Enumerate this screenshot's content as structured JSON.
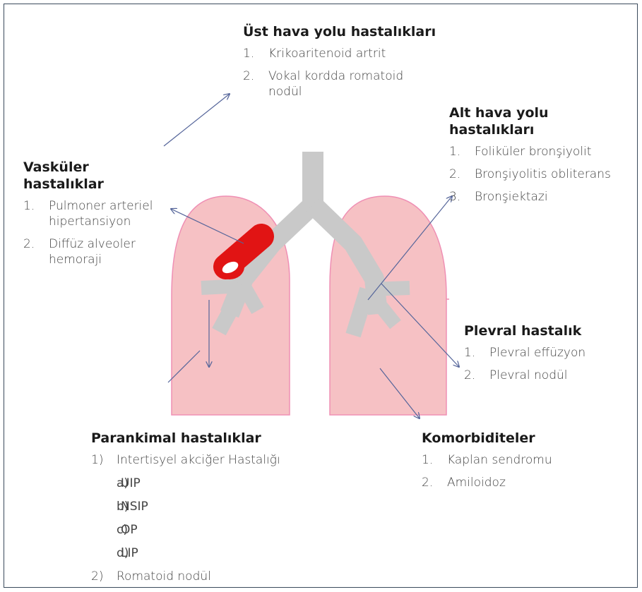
{
  "colors": {
    "lung": "#f6c1c4",
    "lung_stroke": "#ef8fb4",
    "trachea": "#c9c9c9",
    "vessel": "#e11414",
    "arrow": "#55659a",
    "frame": "#3a4a5c"
  },
  "ust": {
    "title": "Üst hava yolu hastalıkları",
    "items": [
      {
        "num": "1.",
        "text": "Krikoaritenoid artrit"
      },
      {
        "num": "2.",
        "text": "Vokal kordda romatoid nodül"
      }
    ]
  },
  "alt": {
    "title": "Alt hava yolu hastalıkları",
    "items": [
      {
        "num": "1.",
        "text": "Foliküler bronşiyolit"
      },
      {
        "num": "2.",
        "text": "Bronşiyolitis obliterans"
      },
      {
        "num": "3.",
        "text": "Bronşiektazi"
      }
    ]
  },
  "vaskuler": {
    "title": "Vasküler hastalıklar",
    "items": [
      {
        "num": "1.",
        "text": "Pulmoner arteriel hipertansiyon"
      },
      {
        "num": "2.",
        "text": "Diffüz alveoler hemoraji"
      }
    ]
  },
  "plevral": {
    "title": "Plevral hastalık",
    "items": [
      {
        "num": "1.",
        "text": "Plevral effüzyon"
      },
      {
        "num": "2.",
        "text": "Plevral nodül"
      }
    ]
  },
  "parankimal": {
    "title": "Parankimal hastalıklar",
    "item1": {
      "num": "1)",
      "text": "Intertisyel akciğer Hastalığı"
    },
    "subs": [
      {
        "num": "a)",
        "text": "UIP"
      },
      {
        "num": "b)",
        "text": "NSIP"
      },
      {
        "num": "c)",
        "text": "OP"
      },
      {
        "num": "d)",
        "text": "LIP"
      }
    ],
    "item2": {
      "num": "2)",
      "text": "Romatoid nodül"
    }
  },
  "komorbid": {
    "title": "Komorbiditeler",
    "items": [
      {
        "num": "1.",
        "text": "Kaplan sendromu"
      },
      {
        "num": "2.",
        "text": "Amiloidoz"
      }
    ]
  }
}
